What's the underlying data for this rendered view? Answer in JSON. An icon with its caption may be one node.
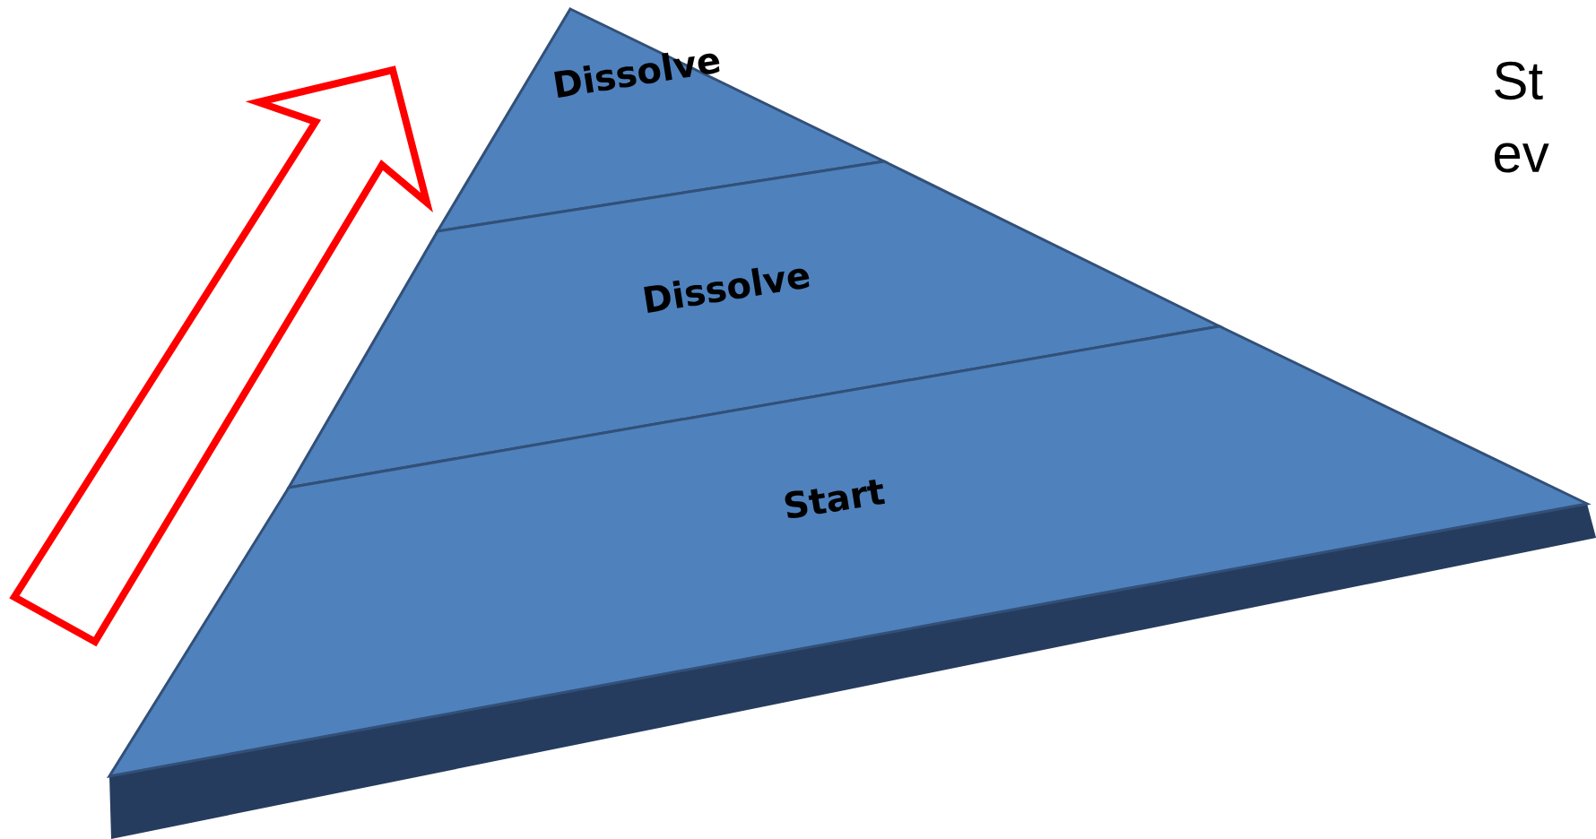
{
  "diagram": {
    "nodes": [
      {
        "text": [
          "Dissolve"
        ]
      },
      {
        "text": [
          "Dissolve"
        ]
      },
      {
        "text": [
          "Start"
        ]
      }
    ],
    "labels": [
      "St",
      "ev"
    ]
  }
}
